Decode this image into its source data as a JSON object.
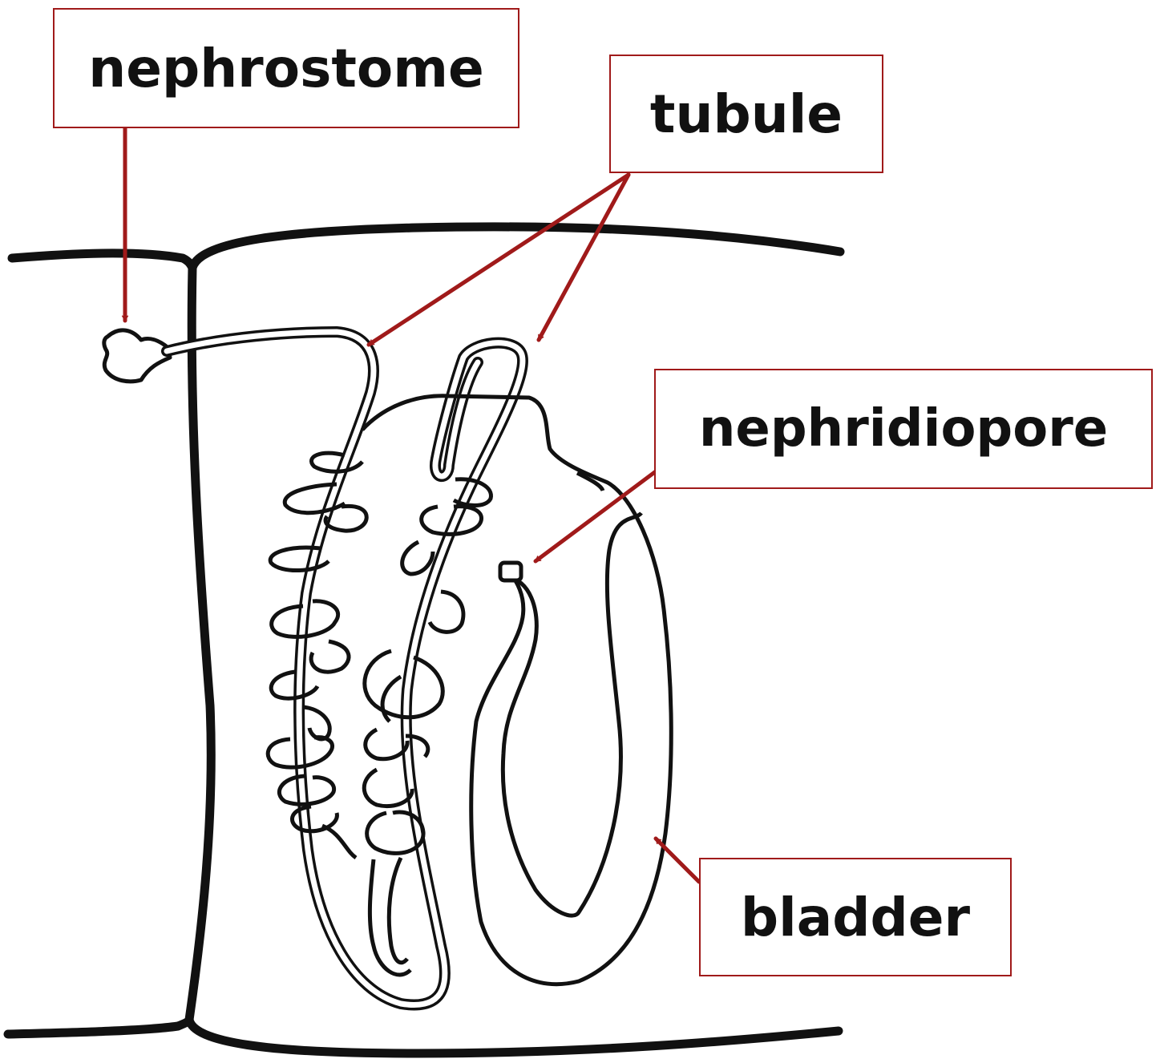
{
  "labels": {
    "nephrostome": "nephrostome",
    "tubule": "tubule",
    "nephridiopore": "nephridiopore",
    "bladder": "bladder"
  },
  "colors": {
    "annotation": "#a01a1a",
    "outline": "#111111",
    "background": "#ffffff"
  }
}
